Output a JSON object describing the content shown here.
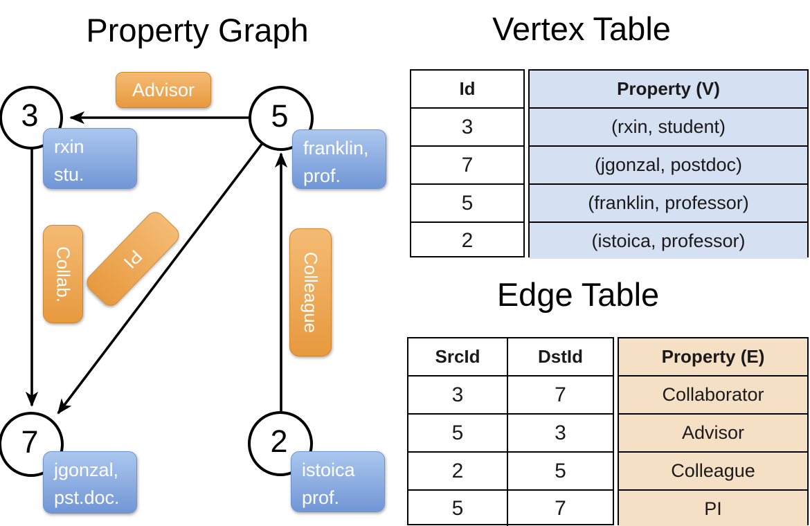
{
  "graph": {
    "title": "Property Graph",
    "nodes": [
      {
        "id": "3",
        "prop_line1": "rxin",
        "prop_line2": "stu."
      },
      {
        "id": "5",
        "prop_line1": "franklin,",
        "prop_line2": "prof."
      },
      {
        "id": "7",
        "prop_line1": "jgonzal,",
        "prop_line2": "pst.doc."
      },
      {
        "id": "2",
        "prop_line1": "istoica",
        "prop_line2": "prof."
      }
    ],
    "edge_labels": {
      "advisor": "Advisor",
      "collab": "Collab.",
      "pi": "PI",
      "colleague": "Colleague"
    }
  },
  "vertex_table": {
    "title": "Vertex Table",
    "headers": {
      "id": "Id",
      "property": "Property (V)"
    },
    "rows": [
      {
        "id": "3",
        "property": "(rxin, student)"
      },
      {
        "id": "7",
        "property": "(jgonzal, postdoc)"
      },
      {
        "id": "5",
        "property": "(franklin, professor)"
      },
      {
        "id": "2",
        "property": "(istoica, professor)"
      }
    ]
  },
  "edge_table": {
    "title": "Edge Table",
    "headers": {
      "src": "SrcId",
      "dst": "DstId",
      "property": "Property (E)"
    },
    "rows": [
      {
        "src": "3",
        "dst": "7",
        "property": "Collaborator"
      },
      {
        "src": "5",
        "dst": "3",
        "property": "Advisor"
      },
      {
        "src": "2",
        "dst": "5",
        "property": "Colleague"
      },
      {
        "src": "5",
        "dst": "7",
        "property": "PI"
      }
    ]
  },
  "colors": {
    "orange_top": "#f4bb74",
    "orange_bottom": "#e8993e",
    "orange_border": "#cf852c",
    "blue_top": "#abc7ee",
    "blue_bottom": "#7196d6",
    "blue_border": "#6f93cf",
    "vertex_property_bg": "#d5e0f2",
    "edge_property_bg": "#f6e0c5",
    "table_border": "#000000",
    "text_light": "#ffffff",
    "text_dark": "#1a1a1a"
  }
}
